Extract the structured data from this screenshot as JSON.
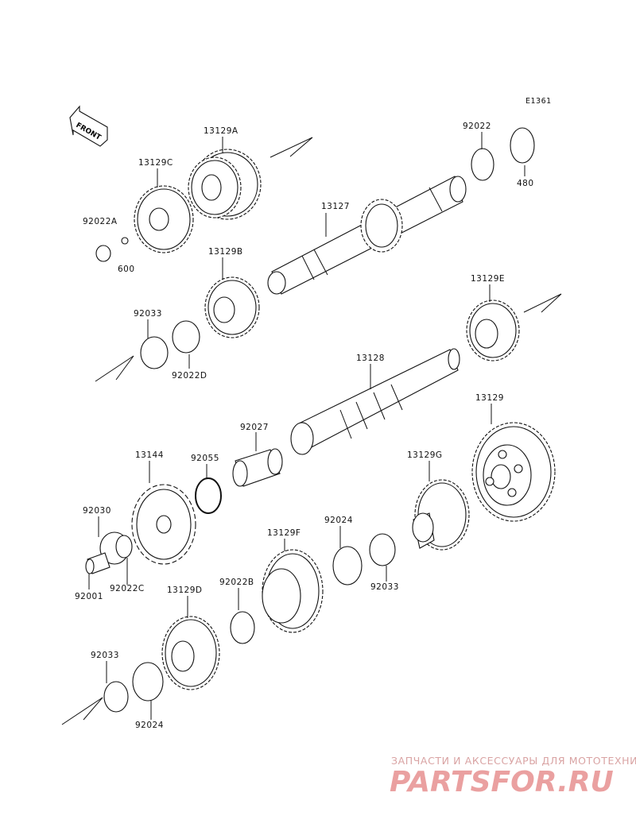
{
  "diagram_code": "E1361",
  "front_label": "FRONT",
  "labels": [
    {
      "id": "13129A",
      "text": "13129A"
    },
    {
      "id": "13129C",
      "text": "13129C"
    },
    {
      "id": "92022A",
      "text": "92022A"
    },
    {
      "id": "600",
      "text": "600"
    },
    {
      "id": "13127",
      "text": "13127"
    },
    {
      "id": "92022",
      "text": "92022"
    },
    {
      "id": "480",
      "text": "480"
    },
    {
      "id": "13129B",
      "text": "13129B"
    },
    {
      "id": "92033a",
      "text": "92033"
    },
    {
      "id": "92022D",
      "text": "92022D"
    },
    {
      "id": "13129E",
      "text": "13129E"
    },
    {
      "id": "13128",
      "text": "13128"
    },
    {
      "id": "92027",
      "text": "92027"
    },
    {
      "id": "13129",
      "text": "13129"
    },
    {
      "id": "13144",
      "text": "13144"
    },
    {
      "id": "92055",
      "text": "92055"
    },
    {
      "id": "13129G",
      "text": "13129G"
    },
    {
      "id": "92030",
      "text": "92030"
    },
    {
      "id": "13129F",
      "text": "13129F"
    },
    {
      "id": "92024a",
      "text": "92024"
    },
    {
      "id": "92001",
      "text": "92001"
    },
    {
      "id": "92022C",
      "text": "92022C"
    },
    {
      "id": "92033b",
      "text": "92033"
    },
    {
      "id": "13129D",
      "text": "13129D"
    },
    {
      "id": "92022B",
      "text": "92022B"
    },
    {
      "id": "92033c",
      "text": "92033"
    },
    {
      "id": "92024b",
      "text": "92024"
    }
  ],
  "watermark": {
    "tagline": "ЗАПЧАСТИ И АКСЕССУАРЫ ДЛЯ МОТОТЕХНИКИ",
    "brand": "PARTSFOR.RU"
  }
}
